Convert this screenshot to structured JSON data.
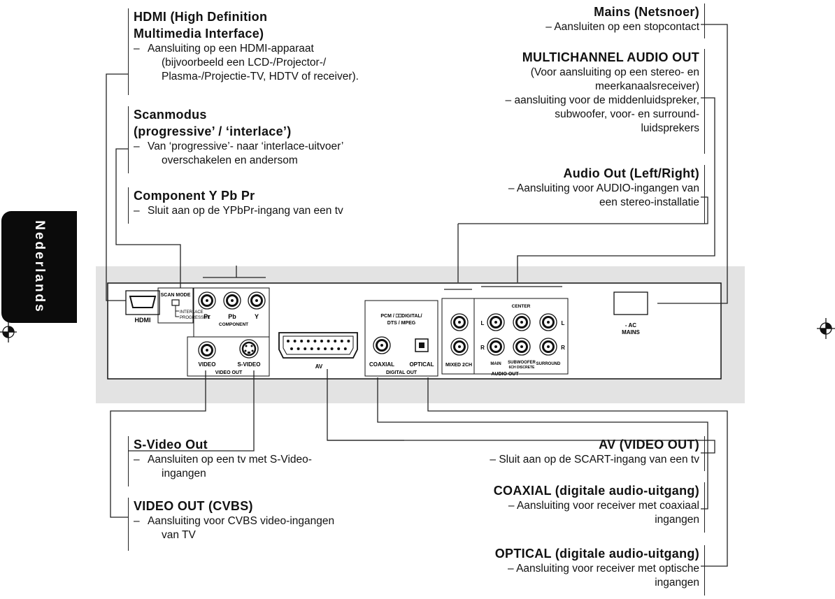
{
  "side_tab": {
    "label": "Nederlands"
  },
  "annotations": {
    "hdmi": {
      "title_lines": [
        "HDMI (High Definition",
        "Multimedia Interface)"
      ],
      "body_lines": [
        "Aansluiting op een HDMI-apparaat",
        "(bijvoorbeeld een LCD-/Projector-/",
        "Plasma-/Projectie-TV, HDTV of receiver)."
      ]
    },
    "scan": {
      "title_lines": [
        "Scanmodus",
        "(progressive’ / ‘interlace’)"
      ],
      "body_lines": [
        "Van ‘progressive’- naar ‘interlace-uitvoer’",
        "overschakelen en andersom"
      ]
    },
    "component": {
      "title_lines": [
        "Component Y Pb Pr"
      ],
      "body_lines": [
        "Sluit aan op de YPbPr-ingang van een tv"
      ]
    },
    "mains": {
      "title_lines": [
        "Mains (Netsnoer)"
      ],
      "body_lines": [
        "– Aansluiten op een stopcontact"
      ]
    },
    "multichannel": {
      "title_lines": [
        "MULTICHANNEL AUDIO OUT"
      ],
      "body_lines": [
        "(Voor aansluiting op een stereo- en",
        "meerkanaalsreceiver)",
        "– aansluiting voor de middenluidspreker,",
        "subwoofer, voor- en surround-",
        "luidsprekers"
      ]
    },
    "audio_out": {
      "title_lines": [
        "Audio Out (Left/Right)"
      ],
      "body_lines": [
        "– Aansluiting voor AUDIO-ingangen van",
        "een stereo-installatie"
      ]
    },
    "svideo": {
      "title_lines": [
        "S-Video Out"
      ],
      "body_lines": [
        "Aansluiten op een tv met S-Video-",
        "ingangen"
      ]
    },
    "cvbs": {
      "title_lines": [
        "VIDEO OUT (CVBS)"
      ],
      "body_lines": [
        "Aansluiting voor CVBS video-ingangen",
        "van TV"
      ]
    },
    "av": {
      "title_lines": [
        "AV (VIDEO OUT)"
      ],
      "body_lines": [
        "– Sluit aan op de SCART-ingang van een tv"
      ]
    },
    "coaxial": {
      "title_lines": [
        "COAXIAL (digitale audio-uitgang)"
      ],
      "body_lines": [
        "– Aansluiting voor receiver met coaxiaal",
        "ingangen"
      ]
    },
    "optical": {
      "title_lines": [
        "OPTICAL (digitale audio-uitgang)"
      ],
      "body_lines": [
        "– Aansluiting voor receiver met optische",
        "ingangen"
      ]
    }
  },
  "panel": {
    "hdmi": "HDMI",
    "scan_mode": "SCAN MODE",
    "interlace": "INTERLACE",
    "progressive": "PROGRESSIVE",
    "pr": "Pr",
    "pb": "Pb",
    "y": "Y",
    "component": "COMPONENT",
    "video": "VIDEO",
    "s_video": "S-VIDEO",
    "video_out": "VIDEO OUT",
    "av": "AV",
    "pcm_line1": "PCM / ⎕⎕DIGITAL/",
    "pcm_line2": "DTS / MPEG",
    "coaxial": "COAXIAL",
    "optical": "OPTICAL",
    "digital_out": "DIGITAL OUT",
    "l": "L",
    "r": "R",
    "mixed": "MIXED 2CH",
    "center": "CENTER",
    "main": "MAIN",
    "subwoofer": "SUBWOOFER",
    "ch6": "6CH DISCRETE",
    "surround": "SURROUND",
    "audio_out": "AUDIO OUT",
    "ac": "- AC",
    "mains": "MAINS"
  }
}
